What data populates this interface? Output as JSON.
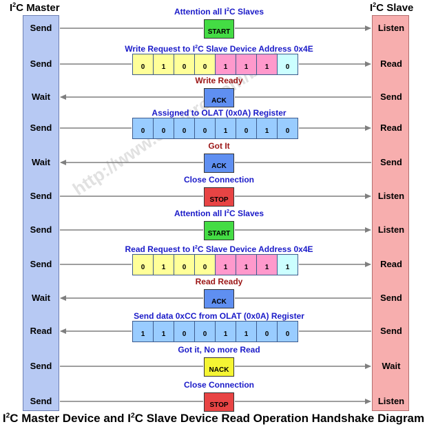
{
  "header": {
    "master_title_pre": "I",
    "master_title_sup": "2",
    "master_title_post": "C Master",
    "slave_title_pre": "I",
    "slave_title_sup": "2",
    "slave_title_post": "C Slave"
  },
  "footer": {
    "title_p1": "I",
    "title_s1": "2",
    "title_p2": "C Master Device and I",
    "title_s2": "2",
    "title_p3": "C Slave Device Read Operation Handshake Diagram"
  },
  "watermark": "http://www.ermicro.com/blog",
  "colors": {
    "start": "#44dc44",
    "stop": "#e84444",
    "ack": "#5f8ff1",
    "nack": "#f5f533",
    "bit_yellow": "#ffff99",
    "bit_pink": "#ff99cc",
    "bit_cyan": "#ccffff",
    "bit_blue": "#99ccff",
    "caption_blue": "#1a1ac8",
    "caption_red": "#9b1515"
  },
  "rows": [
    {
      "id": "r1",
      "master": "Send",
      "slave": "Listen",
      "direction": "right",
      "caption_pre": "Attention all I",
      "caption_sup": "2",
      "caption_post": "C Slaves",
      "caption_color": "blue",
      "kind": "box",
      "box": "START"
    },
    {
      "id": "r2",
      "master": "Send",
      "slave": "Read",
      "direction": "right",
      "caption_pre": "Write Request  to I",
      "caption_sup": "2",
      "caption_post": "C Slave Device Address 0x4E",
      "caption_color": "blue",
      "kind": "bits",
      "bits": [
        "0",
        "1",
        "0",
        "0",
        "1",
        "1",
        "1",
        "0"
      ],
      "bit_colors": [
        "yellow",
        "yellow",
        "yellow",
        "yellow",
        "pink",
        "pink",
        "pink",
        "cyan"
      ]
    },
    {
      "id": "r3",
      "master": "Wait",
      "slave": "Send",
      "direction": "left",
      "caption_pre": "Write Ready",
      "caption_sup": "",
      "caption_post": "",
      "caption_color": "red",
      "kind": "box",
      "box": "ACK"
    },
    {
      "id": "r4",
      "master": "Send",
      "slave": "Read",
      "direction": "right",
      "caption_pre": "Assigned to OLAT (0x0A) Register",
      "caption_sup": "",
      "caption_post": "",
      "caption_color": "blue",
      "kind": "bits",
      "bits": [
        "0",
        "0",
        "0",
        "0",
        "1",
        "0",
        "1",
        "0"
      ],
      "bit_colors": [
        "blue",
        "blue",
        "blue",
        "blue",
        "blue",
        "blue",
        "blue",
        "blue"
      ]
    },
    {
      "id": "r5",
      "master": "Wait",
      "slave": "Send",
      "direction": "left",
      "caption_pre": "Got It",
      "caption_sup": "",
      "caption_post": "",
      "caption_color": "red",
      "kind": "box",
      "box": "ACK"
    },
    {
      "id": "r6",
      "master": "Send",
      "slave": "Listen",
      "direction": "right",
      "caption_pre": "Close Connection",
      "caption_sup": "",
      "caption_post": "",
      "caption_color": "blue",
      "kind": "box",
      "box": "STOP"
    },
    {
      "id": "r7",
      "master": "Send",
      "slave": "Listen",
      "direction": "right",
      "caption_pre": "Attention all I",
      "caption_sup": "2",
      "caption_post": "C Slaves",
      "caption_color": "blue",
      "kind": "box",
      "box": "START"
    },
    {
      "id": "r8",
      "master": "Send",
      "slave": "Read",
      "direction": "right",
      "caption_pre": "Read Request  to I",
      "caption_sup": "2",
      "caption_post": "C Slave Device Address 0x4E",
      "caption_color": "blue",
      "kind": "bits",
      "bits": [
        "0",
        "1",
        "0",
        "0",
        "1",
        "1",
        "1",
        "1"
      ],
      "bit_colors": [
        "yellow",
        "yellow",
        "yellow",
        "yellow",
        "pink",
        "pink",
        "pink",
        "cyan"
      ]
    },
    {
      "id": "r9",
      "master": "Wait",
      "slave": "Send",
      "direction": "left",
      "caption_pre": "Read Ready",
      "caption_sup": "",
      "caption_post": "",
      "caption_color": "red",
      "kind": "box",
      "box": "ACK"
    },
    {
      "id": "r10",
      "master": "Read",
      "slave": "Send",
      "direction": "left",
      "caption_pre": "Send data 0xCC from OLAT (0x0A) Register",
      "caption_sup": "",
      "caption_post": "",
      "caption_color": "blue",
      "kind": "bits",
      "bits": [
        "1",
        "1",
        "0",
        "0",
        "1",
        "1",
        "0",
        "0"
      ],
      "bit_colors": [
        "blue",
        "blue",
        "blue",
        "blue",
        "blue",
        "blue",
        "blue",
        "blue"
      ]
    },
    {
      "id": "r11",
      "master": "Send",
      "slave": "Wait",
      "direction": "right",
      "caption_pre": "Got it, No more Read",
      "caption_sup": "",
      "caption_post": "",
      "caption_color": "blue",
      "kind": "box",
      "box": "NACK"
    },
    {
      "id": "r12",
      "master": "Send",
      "slave": "Listen",
      "direction": "right",
      "caption_pre": "Close Connection",
      "caption_sup": "",
      "caption_post": "",
      "caption_color": "blue",
      "kind": "box",
      "box": "STOP"
    }
  ]
}
